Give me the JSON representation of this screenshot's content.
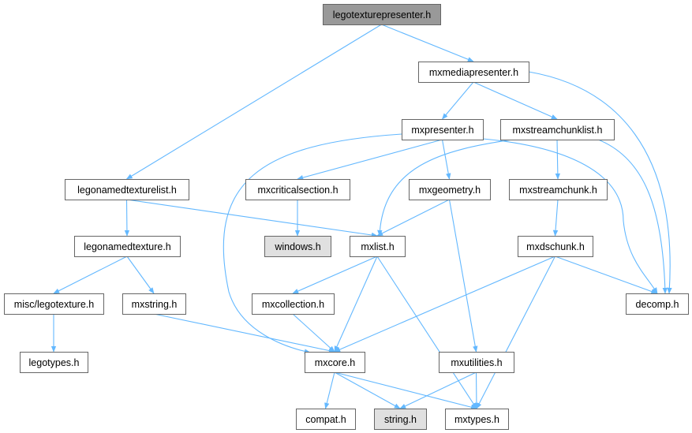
{
  "colors": {
    "edge": "#63b8ff",
    "node_fill": "#ffffff",
    "node_border": "#666666",
    "root_fill": "#999999",
    "system_fill": "#e0e0e0",
    "system_border": "#999999"
  },
  "nodes": [
    {
      "id": "legotexturepresenter",
      "label": "legotexturepresenter.h",
      "kind": "root"
    },
    {
      "id": "mxmediapresenter",
      "label": "mxmediapresenter.h",
      "kind": "normal"
    },
    {
      "id": "mxpresenter",
      "label": "mxpresenter.h",
      "kind": "normal"
    },
    {
      "id": "mxstreamchunklist",
      "label": "mxstreamchunklist.h",
      "kind": "normal"
    },
    {
      "id": "legonamedtexturelist",
      "label": "legonamedtexturelist.h",
      "kind": "normal"
    },
    {
      "id": "mxcriticalsection",
      "label": "mxcriticalsection.h",
      "kind": "normal"
    },
    {
      "id": "mxgeometry",
      "label": "mxgeometry.h",
      "kind": "normal"
    },
    {
      "id": "mxstreamchunk",
      "label": "mxstreamchunk.h",
      "kind": "normal"
    },
    {
      "id": "legonamedtexture",
      "label": "legonamedtexture.h",
      "kind": "normal"
    },
    {
      "id": "windows",
      "label": "windows.h",
      "kind": "system"
    },
    {
      "id": "mxlist",
      "label": "mxlist.h",
      "kind": "normal"
    },
    {
      "id": "mxdschunk",
      "label": "mxdschunk.h",
      "kind": "normal"
    },
    {
      "id": "misclegotexture",
      "label": "misc/legotexture.h",
      "kind": "normal"
    },
    {
      "id": "mxstring",
      "label": "mxstring.h",
      "kind": "normal"
    },
    {
      "id": "mxcollection",
      "label": "mxcollection.h",
      "kind": "normal"
    },
    {
      "id": "decomp",
      "label": "decomp.h",
      "kind": "normal"
    },
    {
      "id": "legotypes",
      "label": "legotypes.h",
      "kind": "normal"
    },
    {
      "id": "mxcore",
      "label": "mxcore.h",
      "kind": "normal"
    },
    {
      "id": "mxutilities",
      "label": "mxutilities.h",
      "kind": "normal"
    },
    {
      "id": "compat",
      "label": "compat.h",
      "kind": "normal"
    },
    {
      "id": "string",
      "label": "string.h",
      "kind": "system"
    },
    {
      "id": "mxtypes",
      "label": "mxtypes.h",
      "kind": "normal"
    }
  ],
  "edges": [
    [
      "legotexturepresenter",
      "mxmediapresenter"
    ],
    [
      "legotexturepresenter",
      "legonamedtexturelist"
    ],
    [
      "mxmediapresenter",
      "mxpresenter"
    ],
    [
      "mxmediapresenter",
      "mxstreamchunklist"
    ],
    [
      "mxmediapresenter",
      "decomp"
    ],
    [
      "mxpresenter",
      "mxcriticalsection"
    ],
    [
      "mxpresenter",
      "mxgeometry"
    ],
    [
      "mxpresenter",
      "mxcore"
    ],
    [
      "mxpresenter",
      "decomp"
    ],
    [
      "mxstreamchunklist",
      "mxstreamchunk"
    ],
    [
      "mxstreamchunklist",
      "mxlist"
    ],
    [
      "mxstreamchunklist",
      "decomp"
    ],
    [
      "legonamedtexturelist",
      "legonamedtexture"
    ],
    [
      "legonamedtexturelist",
      "mxlist"
    ],
    [
      "mxcriticalsection",
      "windows"
    ],
    [
      "mxgeometry",
      "mxlist"
    ],
    [
      "mxgeometry",
      "mxutilities"
    ],
    [
      "mxstreamchunk",
      "mxdschunk"
    ],
    [
      "legonamedtexture",
      "misclegotexture"
    ],
    [
      "legonamedtexture",
      "mxstring"
    ],
    [
      "mxlist",
      "mxcollection"
    ],
    [
      "mxlist",
      "mxcore"
    ],
    [
      "mxlist",
      "mxtypes"
    ],
    [
      "mxdschunk",
      "mxcore"
    ],
    [
      "mxdschunk",
      "decomp"
    ],
    [
      "mxdschunk",
      "mxtypes"
    ],
    [
      "misclegotexture",
      "legotypes"
    ],
    [
      "mxstring",
      "mxcore"
    ],
    [
      "mxcollection",
      "mxcore"
    ],
    [
      "mxcore",
      "compat"
    ],
    [
      "mxcore",
      "string"
    ],
    [
      "mxcore",
      "mxtypes"
    ],
    [
      "mxutilities",
      "string"
    ],
    [
      "mxutilities",
      "mxtypes"
    ]
  ]
}
